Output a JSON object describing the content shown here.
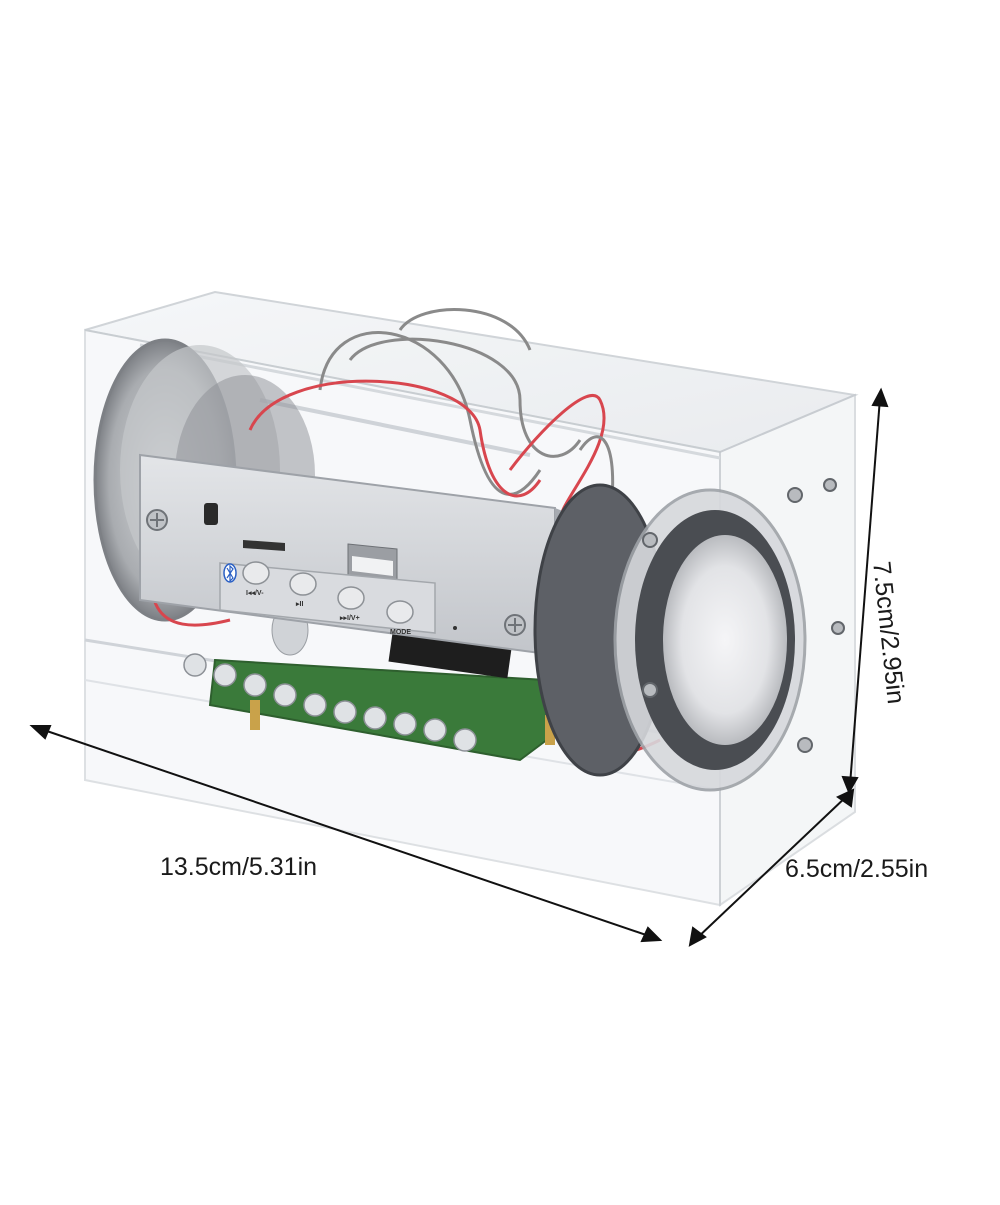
{
  "image": {
    "subject": "DIY transparent acrylic Bluetooth speaker kit",
    "background_color": "#ffffff"
  },
  "dimensions": {
    "length": "13.5cm/5.31in",
    "height": "7.5cm/2.95in",
    "depth": "6.5cm/2.55in"
  },
  "control_panel": {
    "buttons": [
      {
        "id": "prev_vol_down",
        "label": "I◂◂/V-"
      },
      {
        "id": "play_pause",
        "label": "▸II"
      },
      {
        "id": "next_vol_up",
        "label": "▸▸I/V+"
      },
      {
        "id": "mode",
        "label": "MODE"
      }
    ],
    "ports": [
      "usb-port",
      "tf-card-slot",
      "aux-jack"
    ],
    "bluetooth_icon": "bluetooth-icon"
  },
  "colors": {
    "acrylic_edge": "#c8cdd2",
    "panel_silver": "#d4d6d9",
    "wire_red": "#d8464e",
    "wire_grey": "#8a8a8a",
    "pcb_green": "#3a7a3a",
    "speaker_dark": "#4a4d52",
    "bluetooth_blue": "#2a5fc4",
    "text": "#1a1a1a"
  }
}
